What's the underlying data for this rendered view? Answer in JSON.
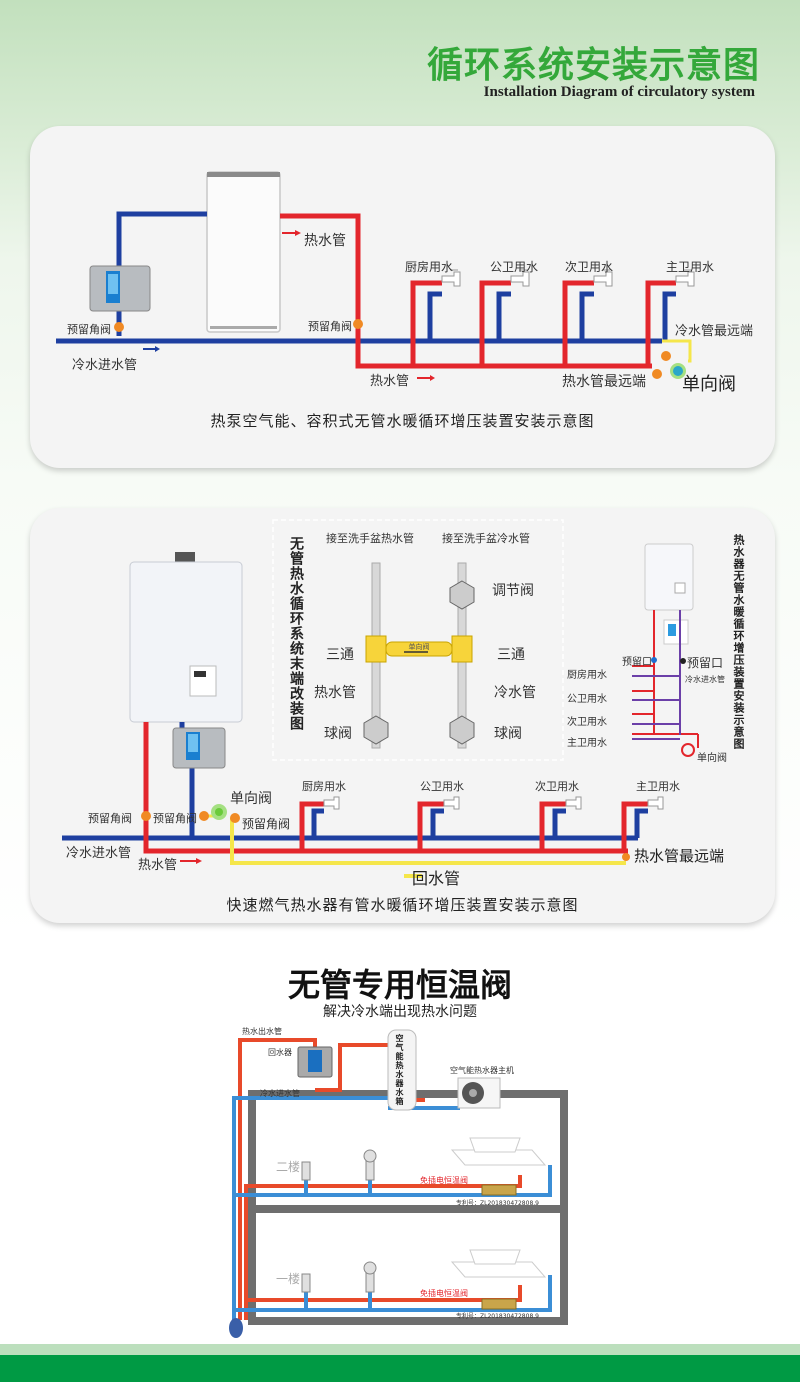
{
  "header": {
    "title_cn": "循环系统安装示意图",
    "title_en": "Installation Diagram of circulatory system"
  },
  "colors": {
    "hot_pipe": "#e3262c",
    "cold_pipe": "#1e3fa0",
    "return_pipe": "#f5e64a",
    "valve": "#f08a24",
    "title_green": "#34a83a",
    "footer_green": "#009a44"
  },
  "diagram1": {
    "labels": {
      "hot_pipe_top": "热水管",
      "preset_valve_left": "预留角阀",
      "preset_valve_right": "预留角阀",
      "cold_inlet": "冷水进水管",
      "hot_pipe_bottom": "热水管",
      "cold_far_end": "冷水管最远端",
      "hot_far_end": "热水管最远端",
      "check_valve": "单向阀"
    },
    "outlets": [
      "厨房用水",
      "公卫用水",
      "次卫用水",
      "主卫用水"
    ],
    "caption": "热泵空气能、容积式无管水暖循环增压装置安装示意图"
  },
  "diagram2": {
    "retrofit": {
      "vertical_title": "无管热水循环系统末端改装图",
      "top_left": "接至洗手盆热水管",
      "top_right": "接至洗手盆冷水管",
      "regulating_valve": "调节阀",
      "tee_left": "三通",
      "tee_right": "三通",
      "hot_pipe": "热水管",
      "cold_pipe": "冷水管",
      "ball_valve_left": "球阀",
      "ball_valve_right": "球阀",
      "check_valve_inline": "单向阀"
    },
    "mini": {
      "vertical_title": "热水器无管水暖循环增压装置安装示意图",
      "preset_port_left": "预留口",
      "preset_port_right": "预留口",
      "cold_inlet": "冷水进水管",
      "outlets": [
        "厨房用水",
        "公卫用水",
        "次卫用水",
        "主卫用水"
      ],
      "check_valve": "单向阀"
    },
    "labels": {
      "check_valve": "单向阀",
      "preset_valve_1": "预留角阀",
      "preset_valve_2": "预留角阀",
      "preset_valve_3": "预留角阀",
      "cold_inlet": "冷水进水管",
      "hot_pipe": "热水管",
      "return_pipe": "回水管",
      "hot_far_end": "热水管最远端"
    },
    "outlets": [
      "厨房用水",
      "公卫用水",
      "次卫用水",
      "主卫用水"
    ],
    "caption": "快速燃气热水器有管水暖循环增压装置安装示意图"
  },
  "diagram3": {
    "title": "无管专用恒温阀",
    "subtitle": "解决冷水端出现热水问题",
    "labels": {
      "hot_outlet": "热水出水管",
      "return_unit": "回水器",
      "tank": "空气能热水器水箱",
      "host": "空气能热水器主机",
      "cold_inlet": "冷水进水管",
      "floor2": "二楼",
      "floor1": "一楼",
      "valve_2f": "免插电恒温阀",
      "valve_1f": "免插电恒温阀",
      "patent_2f": "专利号：ZL201830472808.9",
      "patent_1f": "专利号：ZL201830472808.9"
    }
  }
}
